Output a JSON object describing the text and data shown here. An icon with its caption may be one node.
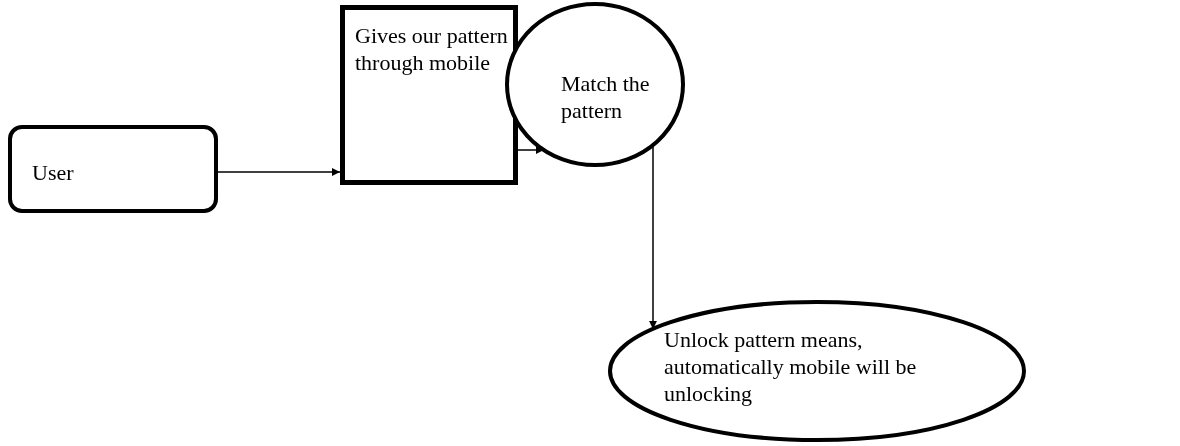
{
  "diagram": {
    "nodes": [
      {
        "text": [
          "User"
        ]
      },
      {
        "text": [
          "Gives our pattern through mobile"
        ]
      },
      {
        "text": [
          "Match the pattern"
        ]
      },
      {
        "text": [
          "Unlock pattern means, automatically mobile will be unlocking"
        ]
      }
    ],
    "edges": [
      {
        "from": 0,
        "to": 1,
        "arrow": "to"
      },
      {
        "from": 1,
        "to": 2,
        "arrow": "to"
      },
      {
        "from": 2,
        "to": 3,
        "arrow": "to"
      }
    ]
  }
}
